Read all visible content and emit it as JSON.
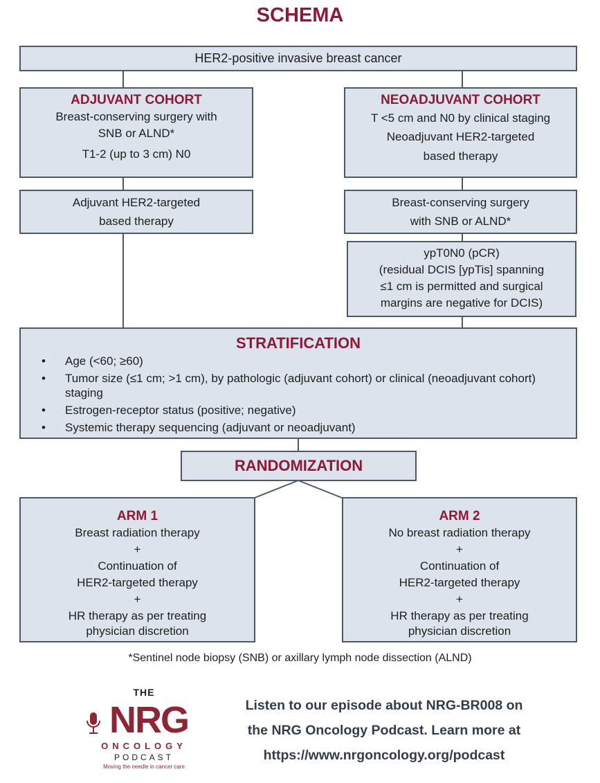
{
  "title": "SCHEMA",
  "top_box": "HER2-positive invasive breast cancer",
  "adjuvant": {
    "heading": "ADJUVANT COHORT",
    "lines": [
      "Breast-conserving surgery with",
      "SNB or ALND*",
      "T1-2 (up to 3 cm) N0"
    ],
    "therapy": [
      "Adjuvant HER2-targeted",
      "based therapy"
    ]
  },
  "neoadjuvant": {
    "heading": "NEOADJUVANT COHORT",
    "lines": [
      "T <5 cm and N0 by clinical staging",
      "Neoadjuvant HER2-targeted",
      "based therapy"
    ],
    "surgery": [
      "Breast-conserving surgery",
      "with SNB or ALND*"
    ],
    "pcr": [
      "ypT0N0 (pCR)",
      "(residual DCIS [ypTis] spanning",
      "≤1 cm is permitted and surgical",
      "margins are negative for DCIS)"
    ]
  },
  "stratification": {
    "heading": "STRATIFICATION",
    "items": [
      "Age (<60; ≥60)",
      "Tumor size (≤1 cm; >1 cm), by pathologic (adjuvant cohort) or clinical (neoadjuvant cohort) staging",
      "Estrogen-receptor status (positive; negative)",
      "Systemic therapy sequencing (adjuvant or neoadjuvant)"
    ]
  },
  "randomization": "RANDOMIZATION",
  "arm1": {
    "heading": "ARM 1",
    "lines": [
      "Breast radiation therapy",
      "+",
      "Continuation of",
      "HER2-targeted therapy",
      "+",
      "HR therapy as per treating",
      "physician discretion"
    ]
  },
  "arm2": {
    "heading": "ARM 2",
    "lines": [
      "No breast radiation therapy",
      "+",
      "Continuation of",
      "HER2-targeted therapy",
      "+",
      "HR therapy as per treating",
      "physician discretion"
    ]
  },
  "footnote": "*Sentinel node biopsy (SNB) or axillary lymph node dissection (ALND)",
  "logo": {
    "the": "THE",
    "nrg": "NRG",
    "oncology": "ONCOLOGY",
    "podcast": "PODCAST",
    "tagline": "Moving the needle in cancer care"
  },
  "promo": [
    "Listen to our episode about NRG-BR008 on",
    "the NRG Oncology Podcast. Learn more at",
    "https://www.nrgoncology.org/podcast"
  ],
  "colors": {
    "accent": "#8c1a36",
    "box_fill": "#dce3ec",
    "border": "#4d5766"
  }
}
